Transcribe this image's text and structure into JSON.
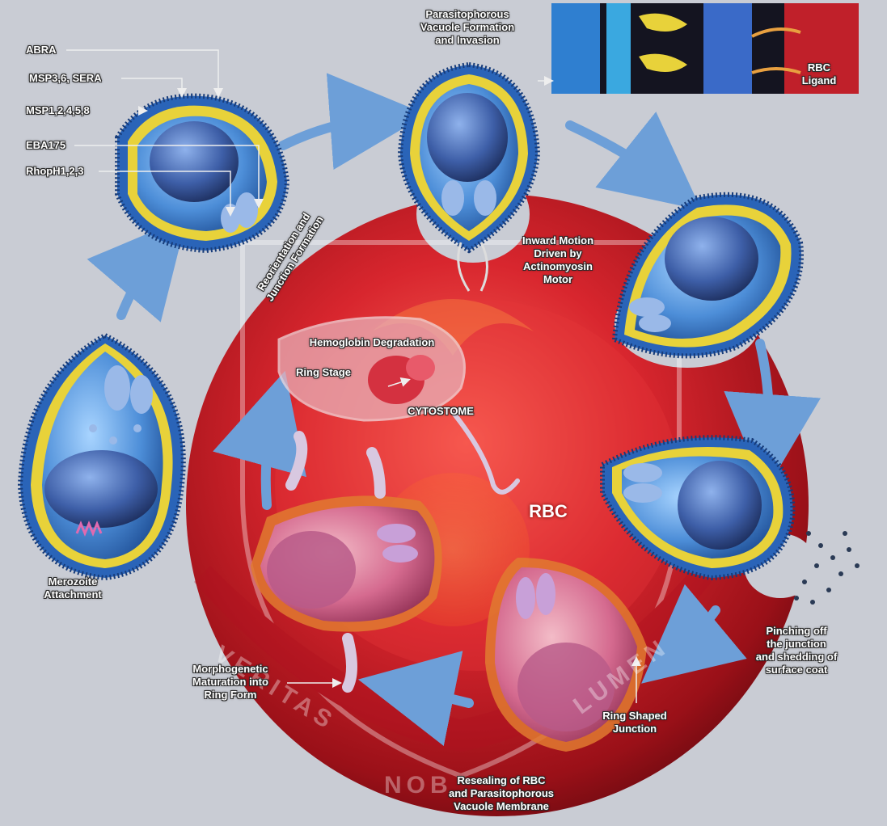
{
  "labels": {
    "abra": "ABRA",
    "msp36_sera": "MSP3,6, SERA",
    "msp12458": "MSP1,2,4,5,8",
    "eba175": "EBA175",
    "rhoph": "RhopH1,2,3",
    "pv_formation": "Parasitophorous\nVacuole Formation\nand Invasion",
    "rbc_ligand": "RBC\nLigand",
    "reorientation": "Reorientation and\nJunction Formation",
    "inward_motion": "Inward Motion\nDriven by\nActinomyosin\nMotor",
    "hemoglobin": "Hemoglobin Degradation",
    "ring_stage": "Ring Stage",
    "cytostome": "CYTOSTOME",
    "rbc": "RBC",
    "merozoite": "Merozoite\nAttachment",
    "pinching": "Pinching off\nthe junction\nand shedding of\nsurface coat",
    "morphogenetic": "Morphogenetic\nMaturation into\nRing Form",
    "ring_junction": "Ring Shaped\nJunction",
    "resealing": "Resealing of RBC\nand Parasitophorous\nVacuole Membrane"
  },
  "watermark": {
    "left": "VERITAS",
    "right": "LUMEN",
    "bottom": "NOB"
  },
  "colors": {
    "background": "#c9ccd4",
    "rbc_red": "#c0202a",
    "parasite_blue": "#3d7fd6",
    "coat": "#2a64b8",
    "membrane_yellow": "#e8d23a",
    "arrow_blue": "#6d9fd8"
  }
}
